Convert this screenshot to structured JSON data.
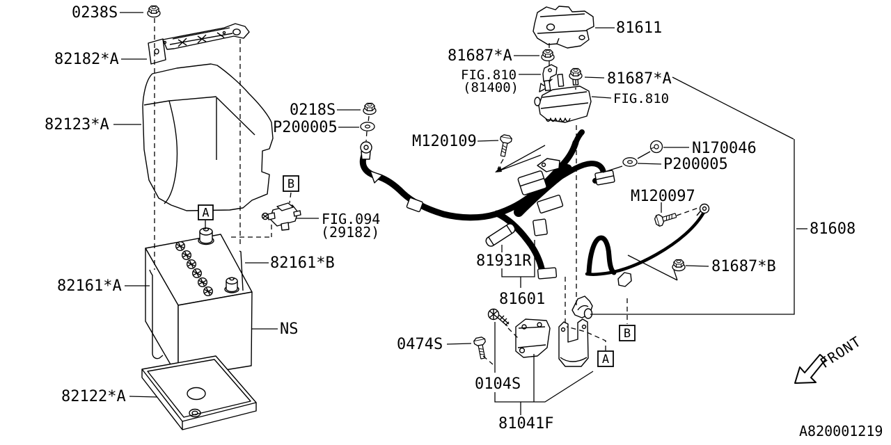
{
  "labels": {
    "nut_0238s": "0238S",
    "frame_82182a": "82182*A",
    "cover_82123a": "82123*A",
    "nut_0218s": "0218S",
    "washer_p200005_a": "P200005",
    "bolt_m120109": "M120109",
    "bracket_81611": "81611",
    "nut_81687a_1": "81687*A",
    "fig810_ref": "FIG.810",
    "fig810_ref_num": "(81400)",
    "nut_81687a_2": "81687*A",
    "fig810_fusebox": "FIG.810",
    "grommet_n170046": "N170046",
    "washer_p200005_b": "P200005",
    "bolt_m120097": "M120097",
    "harness_81608": "81608",
    "nut_81687b": "81687*B",
    "tube_81931r": "81931R",
    "cable_81601": "81601",
    "bolt_0474s": "0474S",
    "screw_0104s": "0104S",
    "bracket_81041f": "81041F",
    "fig094_ref": "FIG.094",
    "fig094_ref_num": "(29182)",
    "rod_82161b": "82161*B",
    "rod_82161a": "82161*A",
    "battery_ns": "NS",
    "tray_82122a": "82122*A"
  },
  "ref_markers": {
    "a": "A",
    "b": "B"
  },
  "footer": {
    "front_label": "FRONT",
    "diagram_code": "A820001219"
  },
  "colors": {
    "line": "#000000",
    "background": "#ffffff"
  }
}
